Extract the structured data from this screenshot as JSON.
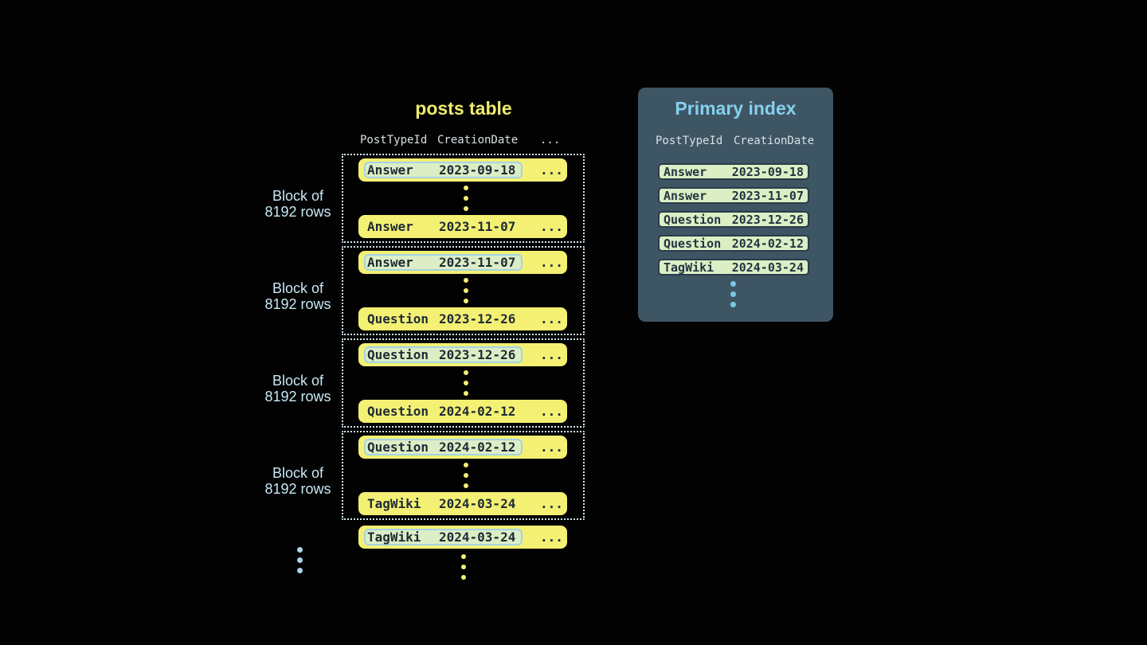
{
  "posts_table": {
    "title": "posts table",
    "columns": [
      "PostTypeId",
      "CreationDate"
    ],
    "header_ellipsis": "...",
    "row_ellipsis": "...",
    "block_label_lines": [
      "Block of",
      "8192 rows"
    ],
    "blocks": [
      {
        "first_row": {
          "post_type": "Answer",
          "creation_date": "2023-09-18"
        },
        "last_row": {
          "post_type": "Answer",
          "creation_date": "2023-11-07"
        }
      },
      {
        "first_row": {
          "post_type": "Answer",
          "creation_date": "2023-11-07"
        },
        "last_row": {
          "post_type": "Question",
          "creation_date": "2023-12-26"
        }
      },
      {
        "first_row": {
          "post_type": "Question",
          "creation_date": "2023-12-26"
        },
        "last_row": {
          "post_type": "Question",
          "creation_date": "2024-02-12"
        }
      },
      {
        "first_row": {
          "post_type": "Question",
          "creation_date": "2024-02-12"
        },
        "last_row": {
          "post_type": "TagWiki",
          "creation_date": "2024-03-24"
        }
      }
    ],
    "overflow_row": {
      "post_type": "TagWiki",
      "creation_date": "2024-03-24"
    }
  },
  "primary_index": {
    "title": "Primary index",
    "columns": [
      "PostTypeId",
      "CreationDate"
    ],
    "rows": [
      {
        "post_type": "Answer",
        "creation_date": "2023-09-18"
      },
      {
        "post_type": "Answer",
        "creation_date": "2023-11-07"
      },
      {
        "post_type": "Question",
        "creation_date": "2023-12-26"
      },
      {
        "post_type": "Question",
        "creation_date": "2024-02-12"
      },
      {
        "post_type": "TagWiki",
        "creation_date": "2024-03-24"
      }
    ]
  },
  "colors": {
    "background": "#020202",
    "title_yellow": "#efec6e",
    "row_yellow": "#f4f073",
    "dark_text": "#1d2b35",
    "highlight_fill": "#ddeec6",
    "highlight_border": "#a2d4e6",
    "dotted_border": "#d2eaf4",
    "label_blue": "#c8e8f6",
    "header_text": "#d9e0e4",
    "side_dots": "#a6d7e9",
    "panel_bg": "#3e5564",
    "panel_title": "#86d0ed",
    "index_row_fill": "#dcefc4",
    "index_row_border": "#293c4c",
    "index_text": "#223544",
    "index_dots": "#7cc6e2"
  }
}
